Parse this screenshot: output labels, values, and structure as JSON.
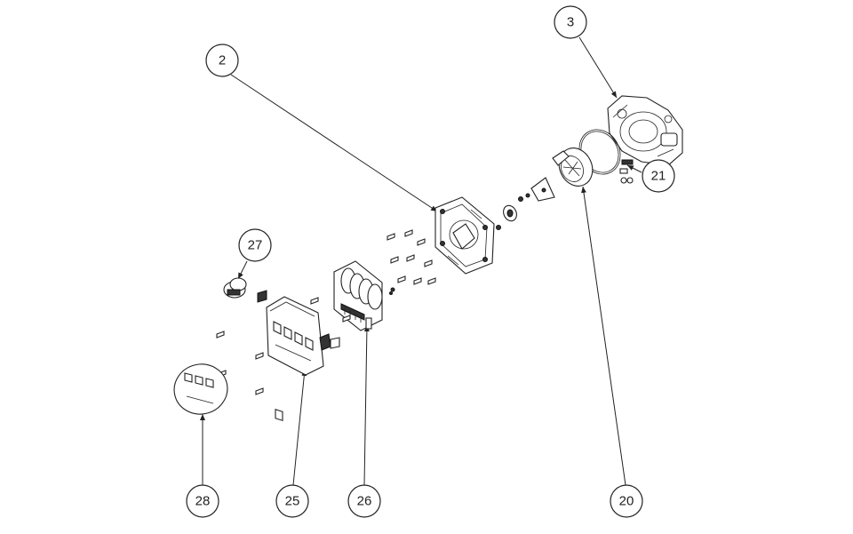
{
  "diagram": {
    "callouts": [
      {
        "id": "c2",
        "label": "2"
      },
      {
        "id": "c3",
        "label": "3"
      },
      {
        "id": "c21",
        "label": "21"
      },
      {
        "id": "c27",
        "label": "27"
      },
      {
        "id": "c28",
        "label": "28"
      },
      {
        "id": "c25",
        "label": "25"
      },
      {
        "id": "c26",
        "label": "26"
      },
      {
        "id": "c20",
        "label": "20"
      }
    ]
  }
}
